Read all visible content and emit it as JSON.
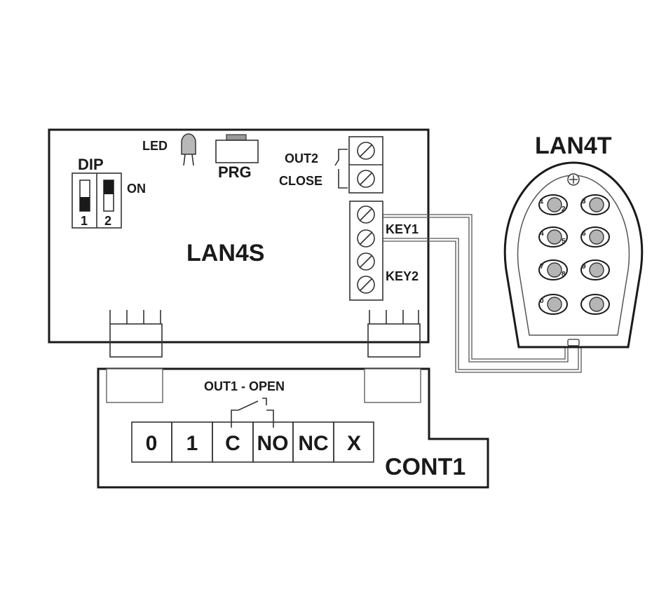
{
  "main_board": {
    "name": "LAN4S",
    "dip_label": "DIP",
    "dip_on_label": "ON",
    "dip_switch_numbers": [
      "1",
      "2"
    ],
    "led_label": "LED",
    "prg_label": "PRG",
    "out2_label": "OUT2",
    "close_label": "CLOSE",
    "key1_label": "KEY1",
    "key2_label": "KEY2"
  },
  "keypad": {
    "name": "LAN4T",
    "keys": [
      {
        "label": "1",
        "sub": "2"
      },
      {
        "label": "3",
        "sub": ""
      },
      {
        "label": "4",
        "sub": "5"
      },
      {
        "label": "6",
        "sub": ""
      },
      {
        "label": "7",
        "sub": "8"
      },
      {
        "label": "9",
        "sub": ""
      },
      {
        "label": "0",
        "sub": ""
      },
      {
        "label": "*",
        "sub": ""
      }
    ]
  },
  "controller": {
    "name": "CONT1",
    "relay_label": "OUT1 - OPEN",
    "terminals": [
      "0",
      "1",
      "C",
      "NO",
      "NC",
      "X"
    ]
  }
}
